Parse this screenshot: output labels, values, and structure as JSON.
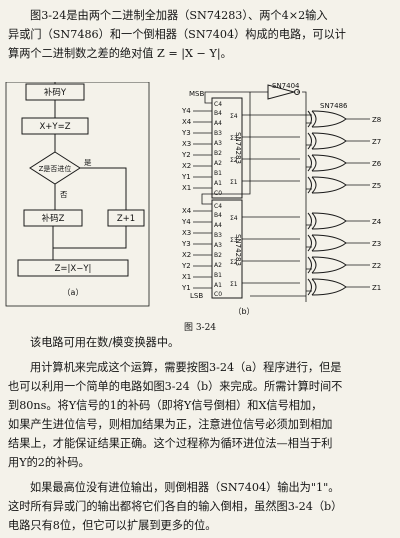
{
  "intro": {
    "lines": [
      "图3-24是由两个二进制全加器（SN74283）、两个4×2输入",
      "异或门（SN7486）和一个倒相器（SN7404）构成的电路，可以计",
      "算两个二进制数之差的绝对值 Z = |X − Y|。"
    ]
  },
  "flowchart": {
    "box1": "补码Y",
    "box2": "X+Y=Z",
    "decision": "Z是否进位",
    "yes": "是",
    "no": "否",
    "box3": "补码Z",
    "box4": "Z+1",
    "box5": "Z=|X−Y|",
    "caption": "（a）"
  },
  "circuit": {
    "inverter_label": "SN7404",
    "xor_label": "SN7486",
    "adder_label": "SN74283",
    "msb": "MSB",
    "lsb": "LSB",
    "caption": "（b）",
    "inputs_top": [
      "Y4",
      "X4",
      "Y3",
      "X3",
      "Y2",
      "X2",
      "Y1",
      "X1"
    ],
    "inputs_bottom": [
      "X4",
      "Y4",
      "X3",
      "Y3",
      "X2",
      "Y2",
      "X1",
      "Y1"
    ],
    "adder_pins_top": [
      "C4",
      "B4",
      "A4",
      "B3",
      "A3",
      "B2",
      "A2",
      "B1",
      "A1",
      "C0"
    ],
    "adder_pins_bottom": [
      "C4",
      "B4",
      "A4",
      "B3",
      "A3",
      "B2",
      "A2",
      "B1",
      "A1",
      "C0"
    ],
    "sum_pins": [
      "Σ4",
      "Σ3",
      "Σ2",
      "Σ1"
    ],
    "outputs_top": [
      "Z8",
      "Z7",
      "Z6",
      "Z5"
    ],
    "outputs_bottom": [
      "Z4",
      "Z3",
      "Z2",
      "Z1"
    ]
  },
  "figure_caption": "图 3-24",
  "body": {
    "p1": "该电路可用在数/模变换器中。",
    "p2_lines": [
      "用计算机来完成这个运算，需要按图3-24（a）程序进行，但是",
      "也可以利用一个简单的电路如图3-24（b）来完成。所需计算时间不",
      "到80ns。将Y信号的1的补码（即将Y信号倒相）和X信号相加，",
      "如果产生进位信号，则相加结果为正，注意进位信号必须加到相加",
      "结果上，才能保证结果正确。这个过程称为循环进位法—相当于利",
      "用Y的2的补码。"
    ],
    "p3_lines": [
      "如果最高位没有进位输出，则倒相器（SN7404）输出为\"1\"。",
      "这时所有异或门的输出都将它们各自的输入倒相，虽然图3-24（b）",
      "电路只有8位，但它可以扩展到更多的位。"
    ]
  }
}
